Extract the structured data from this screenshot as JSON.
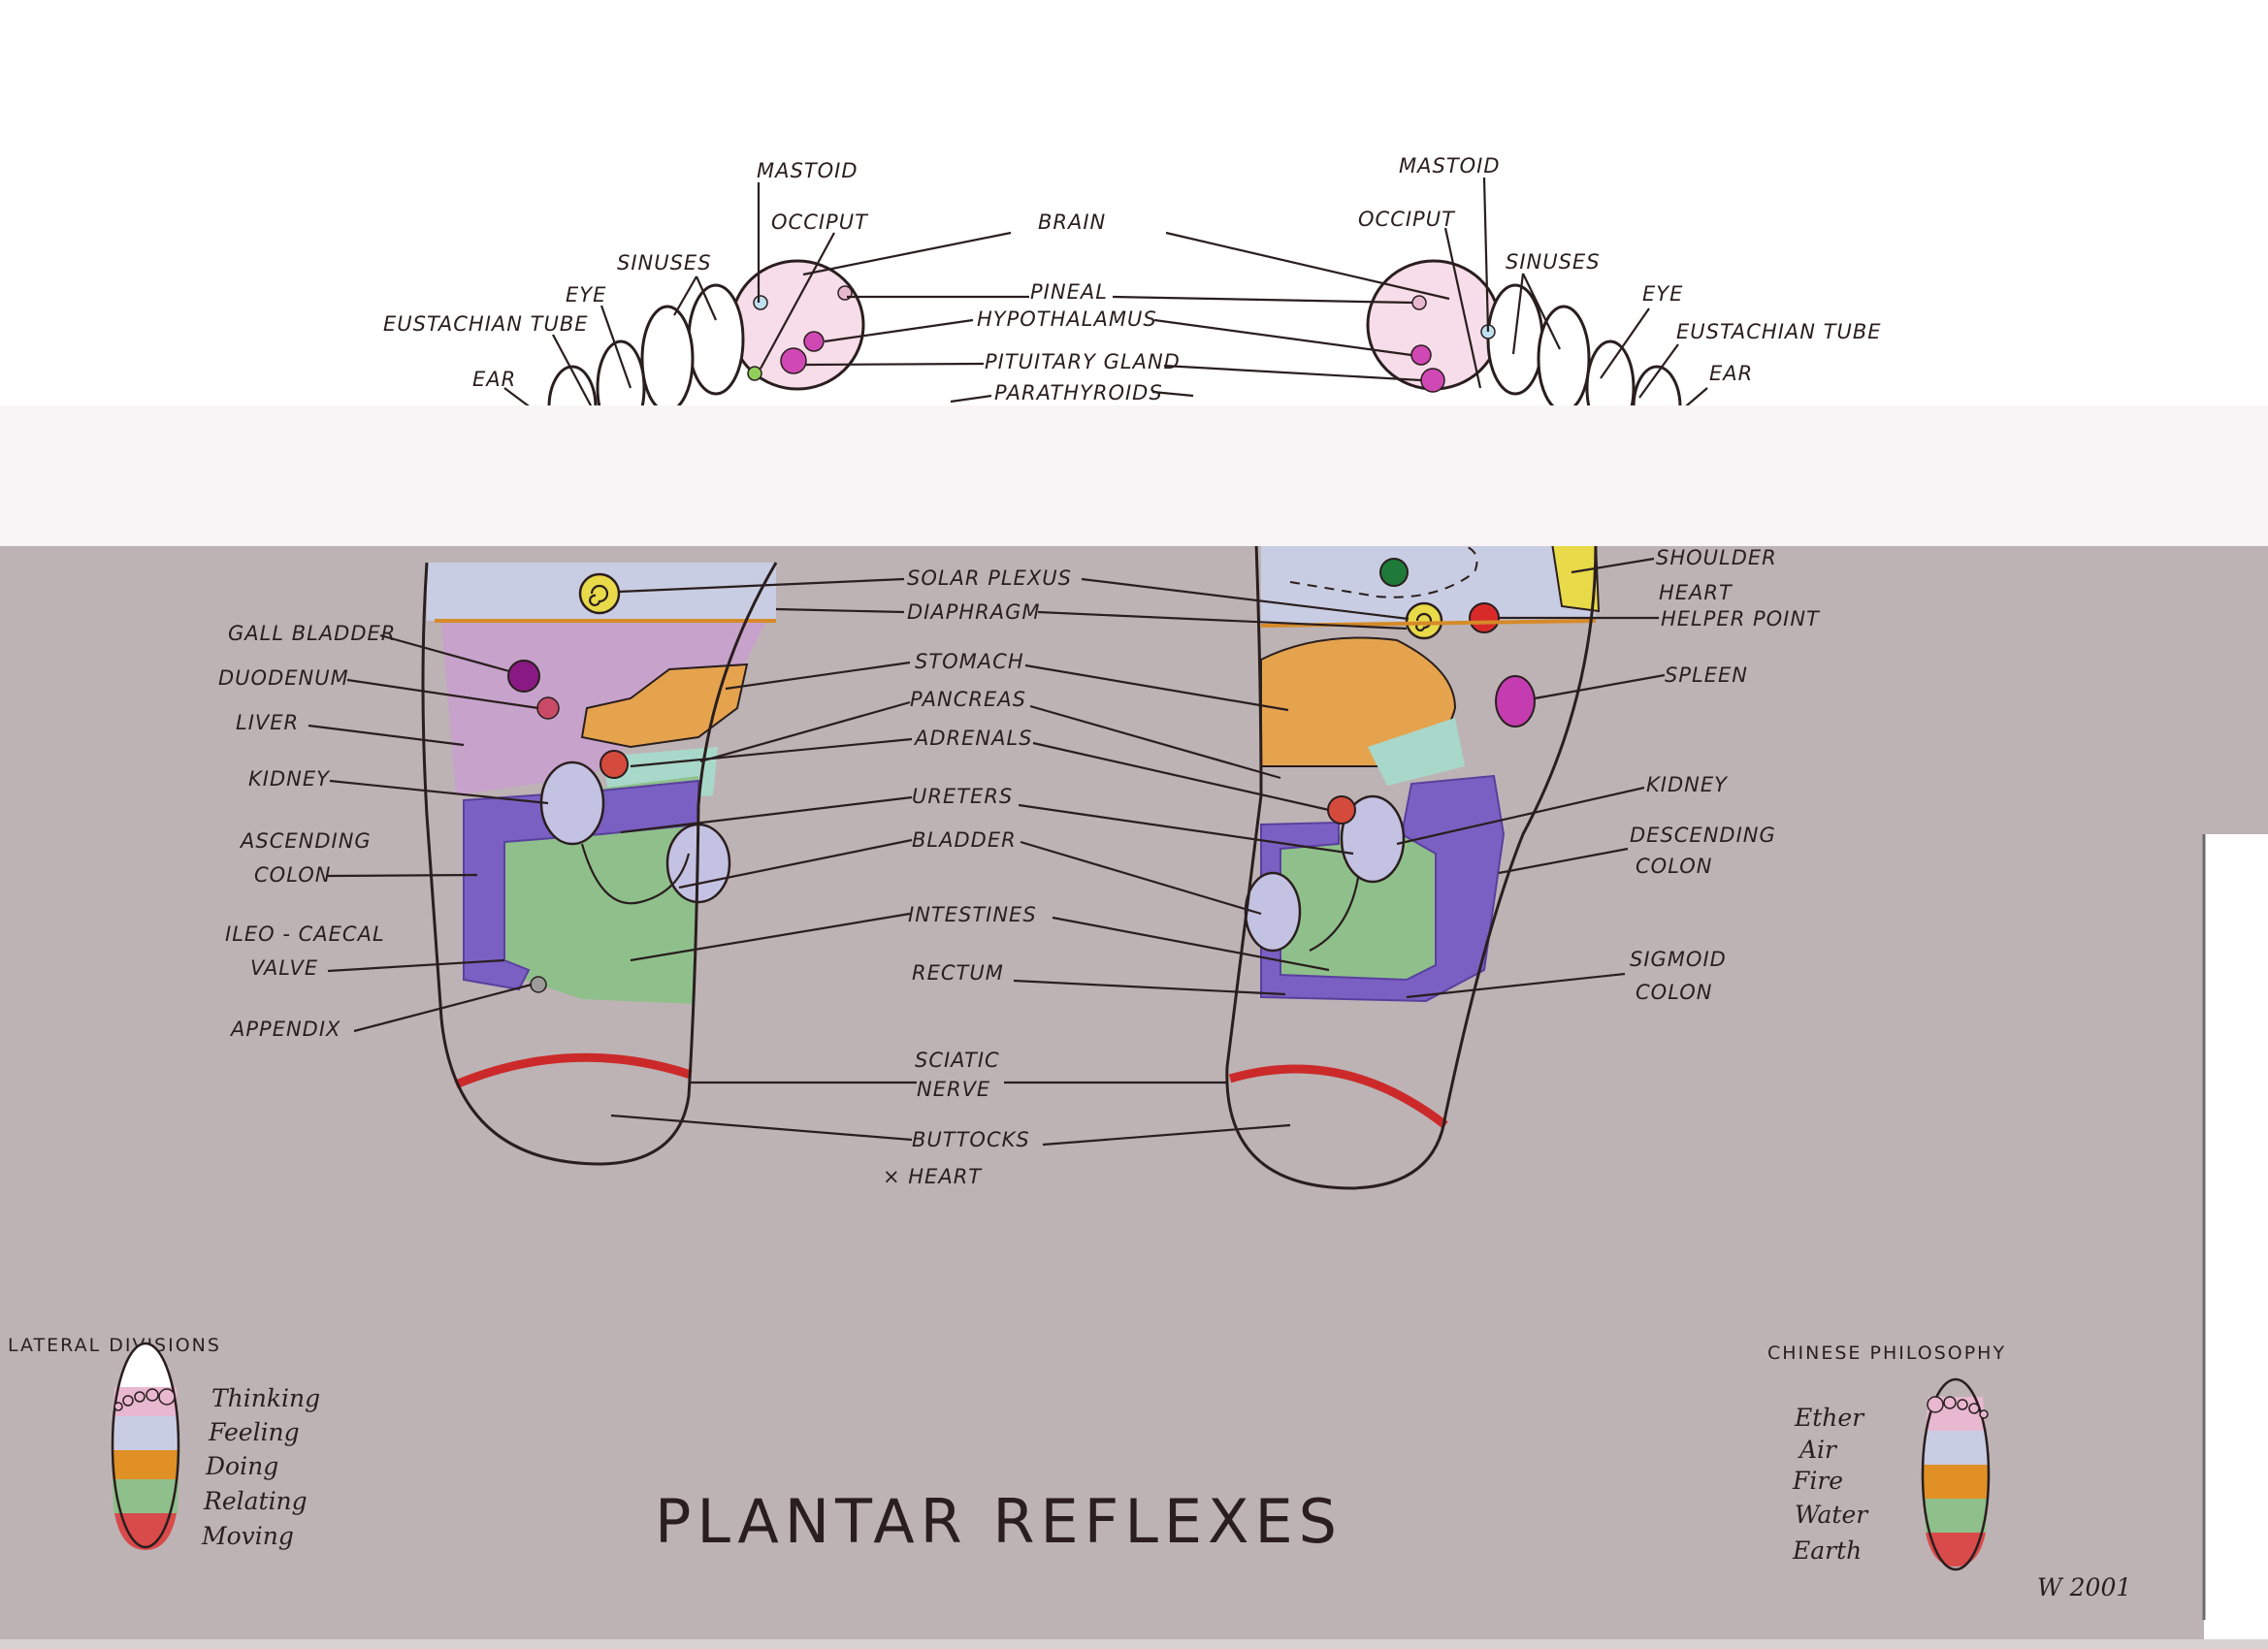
{
  "title": "PLANTAR REFLEXES",
  "signature": "W 2001",
  "colors": {
    "band_bg": "#bdb3b5",
    "strip_bg": "#f9f4f5",
    "paper": "#ffffff",
    "head_pink": "#e8b7d0",
    "chest_blue": "#c9cde3",
    "liver_purple": "#c7a2cb",
    "stomach_orange": "#e5a34e",
    "pancreas_teal": "#a8d8c9",
    "colon_purple": "#7a60c2",
    "intestine_green": "#8fc08c",
    "kidney_lavender": "#c3c2e2",
    "sciatic_red": "#cc2a2a",
    "spleen_magenta": "#c43cb0",
    "gall_purple": "#8a1a83",
    "sun_yellow": "#e8da48"
  },
  "labels": {
    "left": {
      "mastoid": "MASTOID",
      "occiput": "OCCIPUT",
      "sinuses": "SINUSES",
      "eye": "EYE",
      "eustachian": "EUSTACHIAN TUBE",
      "ear": "EAR",
      "gall_bladder": "GALL BLADDER",
      "duodenum": "DUODENUM",
      "liver": "LIVER",
      "kidney": "KIDNEY",
      "ascending_1": "ASCENDING",
      "ascending_2": "COLON",
      "ileo_1": "ILEO - CAECAL",
      "ileo_2": "VALVE",
      "appendix": "APPENDIX"
    },
    "center": {
      "brain": "BRAIN",
      "pineal": "PINEAL",
      "hypothalamus": "HYPOTHALAMUS",
      "pituitary": "PITUITARY GLAND",
      "parathyroids": "PARATHYROIDS",
      "solar_plexus": "SOLAR PLEXUS",
      "diaphragm": "DIAPHRAGM",
      "stomach": "STOMACH",
      "pancreas": "PANCREAS",
      "adrenals": "ADRENALS",
      "ureters": "URETERS",
      "bladder": "BLADDER",
      "intestines": "INTESTINES",
      "rectum": "RECTUM",
      "sciatic_1": "SCIATIC",
      "sciatic_2": "NERVE",
      "buttocks": "BUTTOCKS",
      "heart_mark": "× HEART"
    },
    "right": {
      "mastoid": "MASTOID",
      "occiput": "OCCIPUT",
      "sinuses": "SINUSES",
      "eye": "EYE",
      "eustachian": "EUSTACHIAN TUBE",
      "ear": "EAR",
      "shoulder": "SHOULDER",
      "heart_helper_1": "HEART",
      "heart_helper_2": "HELPER POINT",
      "spleen": "SPLEEN",
      "kidney": "KIDNEY",
      "descending_1": "DESCENDING",
      "descending_2": "COLON",
      "sigmoid_1": "SIGMOID",
      "sigmoid_2": "COLON"
    }
  },
  "lateral_divisions": {
    "heading": "LATERAL DIVISIONS",
    "items": [
      "Thinking",
      "Feeling",
      "Doing",
      "Relating",
      "Moving"
    ]
  },
  "chinese_philosophy": {
    "heading": "CHINESE PHILOSOPHY",
    "items": [
      "Ether",
      "Air",
      "Fire",
      "Water",
      "Earth"
    ]
  }
}
